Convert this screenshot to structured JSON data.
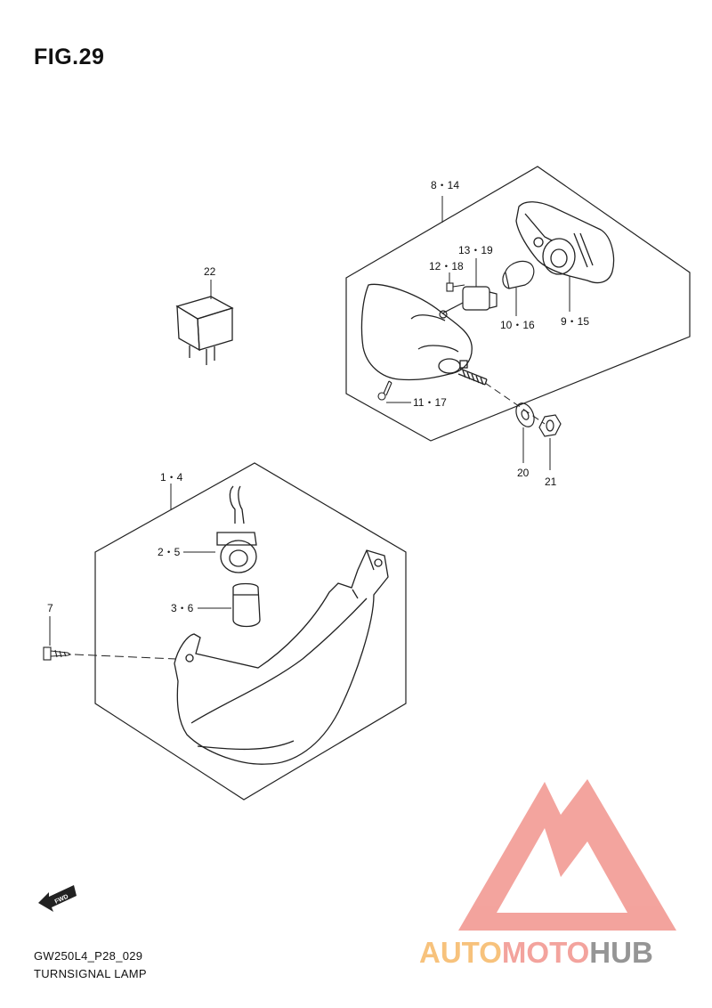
{
  "figure": {
    "title": "FIG.29",
    "code": "GW250L4_P28_029",
    "name": "TURNSIGNAL LAMP"
  },
  "callouts": {
    "c8_14": "8・14",
    "c13_19": "13・19",
    "c12_18": "12・18",
    "c10_16": "10・16",
    "c9_15": "9・15",
    "c11_17": "11・17",
    "c20": "20",
    "c21": "21",
    "c22": "22",
    "c1_4": "1・4",
    "c2_5": "2・5",
    "c3_6": "3・6",
    "c7": "7"
  },
  "fwd_marker": "FWD",
  "watermark": {
    "text_part1": "AUTO",
    "text_part2": "MOTO",
    "text_part3": "HUB",
    "color_orange": "#F7BC6E",
    "color_red": "#F29A93",
    "color_gray": "#8A8A8A"
  }
}
